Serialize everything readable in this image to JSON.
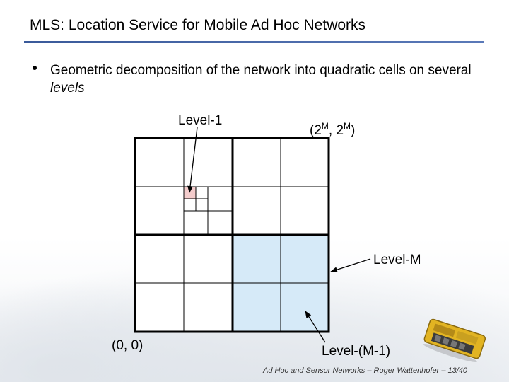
{
  "slide": {
    "title": "MLS: Location Service for Mobile Ad Hoc Networks",
    "bullet": {
      "text": "Geometric decomposition of the network into quadratic cells on several",
      "italic_word": "levels"
    }
  },
  "diagram": {
    "label_level_1": "Level-1",
    "label_top_right_open": "(2",
    "label_top_right_exp1": "M",
    "label_top_right_mid": ", 2",
    "label_top_right_exp2": "M",
    "label_top_right_close": ")",
    "label_level_m": "Level-M",
    "label_origin": "(0, 0)",
    "label_level_m_minus_1": "Level-(M-1)",
    "colors": {
      "highlight_big": "#d6eaf8",
      "highlight_small": "#f4cccc",
      "grid": "#000000"
    }
  },
  "footer": {
    "text": "Ad Hoc and Sensor Networks – Roger Wattenhofer – 13/40"
  }
}
